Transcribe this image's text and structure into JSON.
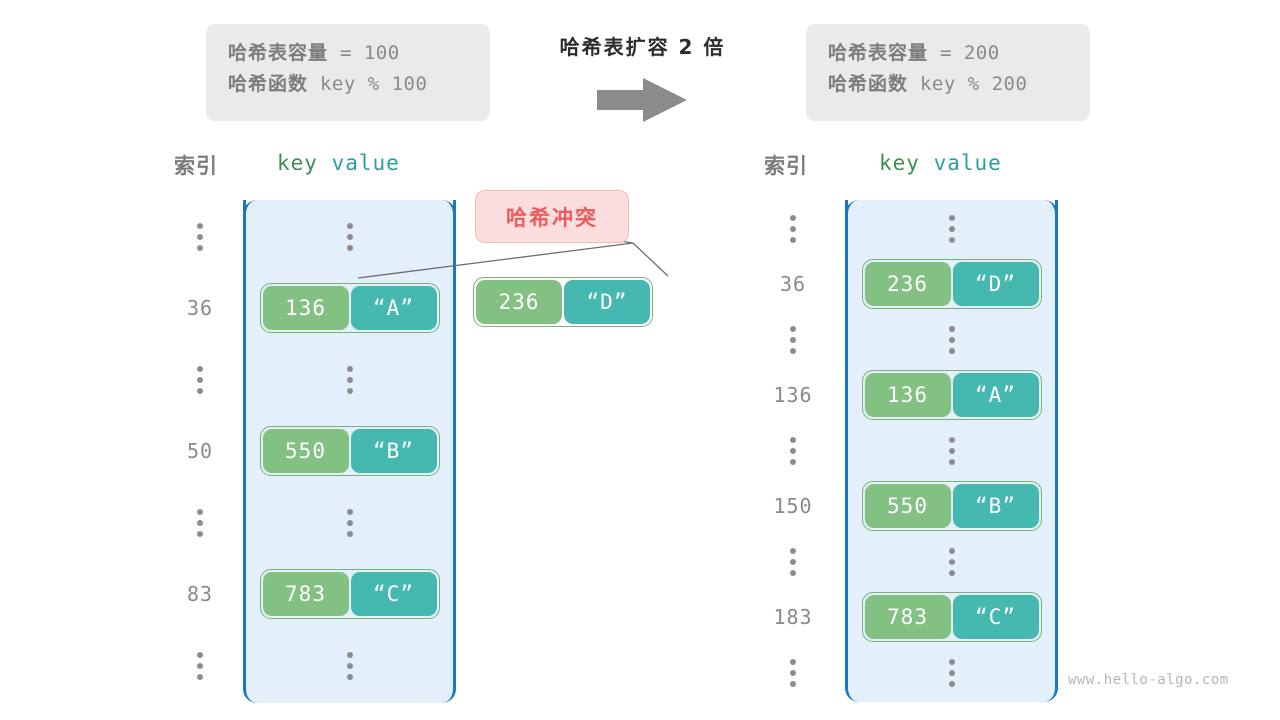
{
  "center": {
    "title": "哈希表扩容 2 倍",
    "arrow_icon": "arrow-right-icon"
  },
  "watermark": "www.hello-algo.com",
  "colors": {
    "key_cell": "#83c183",
    "value_cell": "#45b8b0",
    "bucket_fill": "#e3effa",
    "bucket_border": "#1878c4",
    "badge_fill": "#fadede",
    "badge_text": "#ea5c5c",
    "info_box_fill": "#eaeaea",
    "text_gray": "#8a8a8a"
  },
  "left": {
    "info": {
      "capacity_label": "哈希表容量",
      "capacity_expr": " = 100",
      "function_label": "哈希函数",
      "function_expr": " key % 100"
    },
    "headers": {
      "index": "索引",
      "key": "key",
      "value": "value"
    },
    "rows": [
      {
        "index": "",
        "type": "ellipsis",
        "key": "",
        "value": ""
      },
      {
        "index": "36",
        "type": "entry",
        "key": "136",
        "value": "“A”"
      },
      {
        "index": "",
        "type": "ellipsis",
        "key": "",
        "value": ""
      },
      {
        "index": "50",
        "type": "entry",
        "key": "550",
        "value": "“B”"
      },
      {
        "index": "",
        "type": "ellipsis",
        "key": "",
        "value": ""
      },
      {
        "index": "83",
        "type": "entry",
        "key": "783",
        "value": "“C”"
      },
      {
        "index": "",
        "type": "ellipsis",
        "key": "",
        "value": ""
      }
    ],
    "collision": {
      "badge": "哈希冲突",
      "key": "236",
      "value": "“D”"
    }
  },
  "right": {
    "info": {
      "capacity_label": "哈希表容量",
      "capacity_expr": " = 200",
      "function_label": "哈希函数",
      "function_expr": " key % 200"
    },
    "headers": {
      "index": "索引",
      "key": "key",
      "value": "value"
    },
    "rows": [
      {
        "index": "",
        "type": "ellipsis",
        "key": "",
        "value": ""
      },
      {
        "index": "36",
        "type": "entry",
        "key": "236",
        "value": "“D”"
      },
      {
        "index": "",
        "type": "ellipsis",
        "key": "",
        "value": ""
      },
      {
        "index": "136",
        "type": "entry",
        "key": "136",
        "value": "“A”"
      },
      {
        "index": "",
        "type": "ellipsis",
        "key": "",
        "value": ""
      },
      {
        "index": "150",
        "type": "entry",
        "key": "550",
        "value": "“B”"
      },
      {
        "index": "",
        "type": "ellipsis",
        "key": "",
        "value": ""
      },
      {
        "index": "183",
        "type": "entry",
        "key": "783",
        "value": "“C”"
      },
      {
        "index": "",
        "type": "ellipsis",
        "key": "",
        "value": ""
      }
    ]
  }
}
